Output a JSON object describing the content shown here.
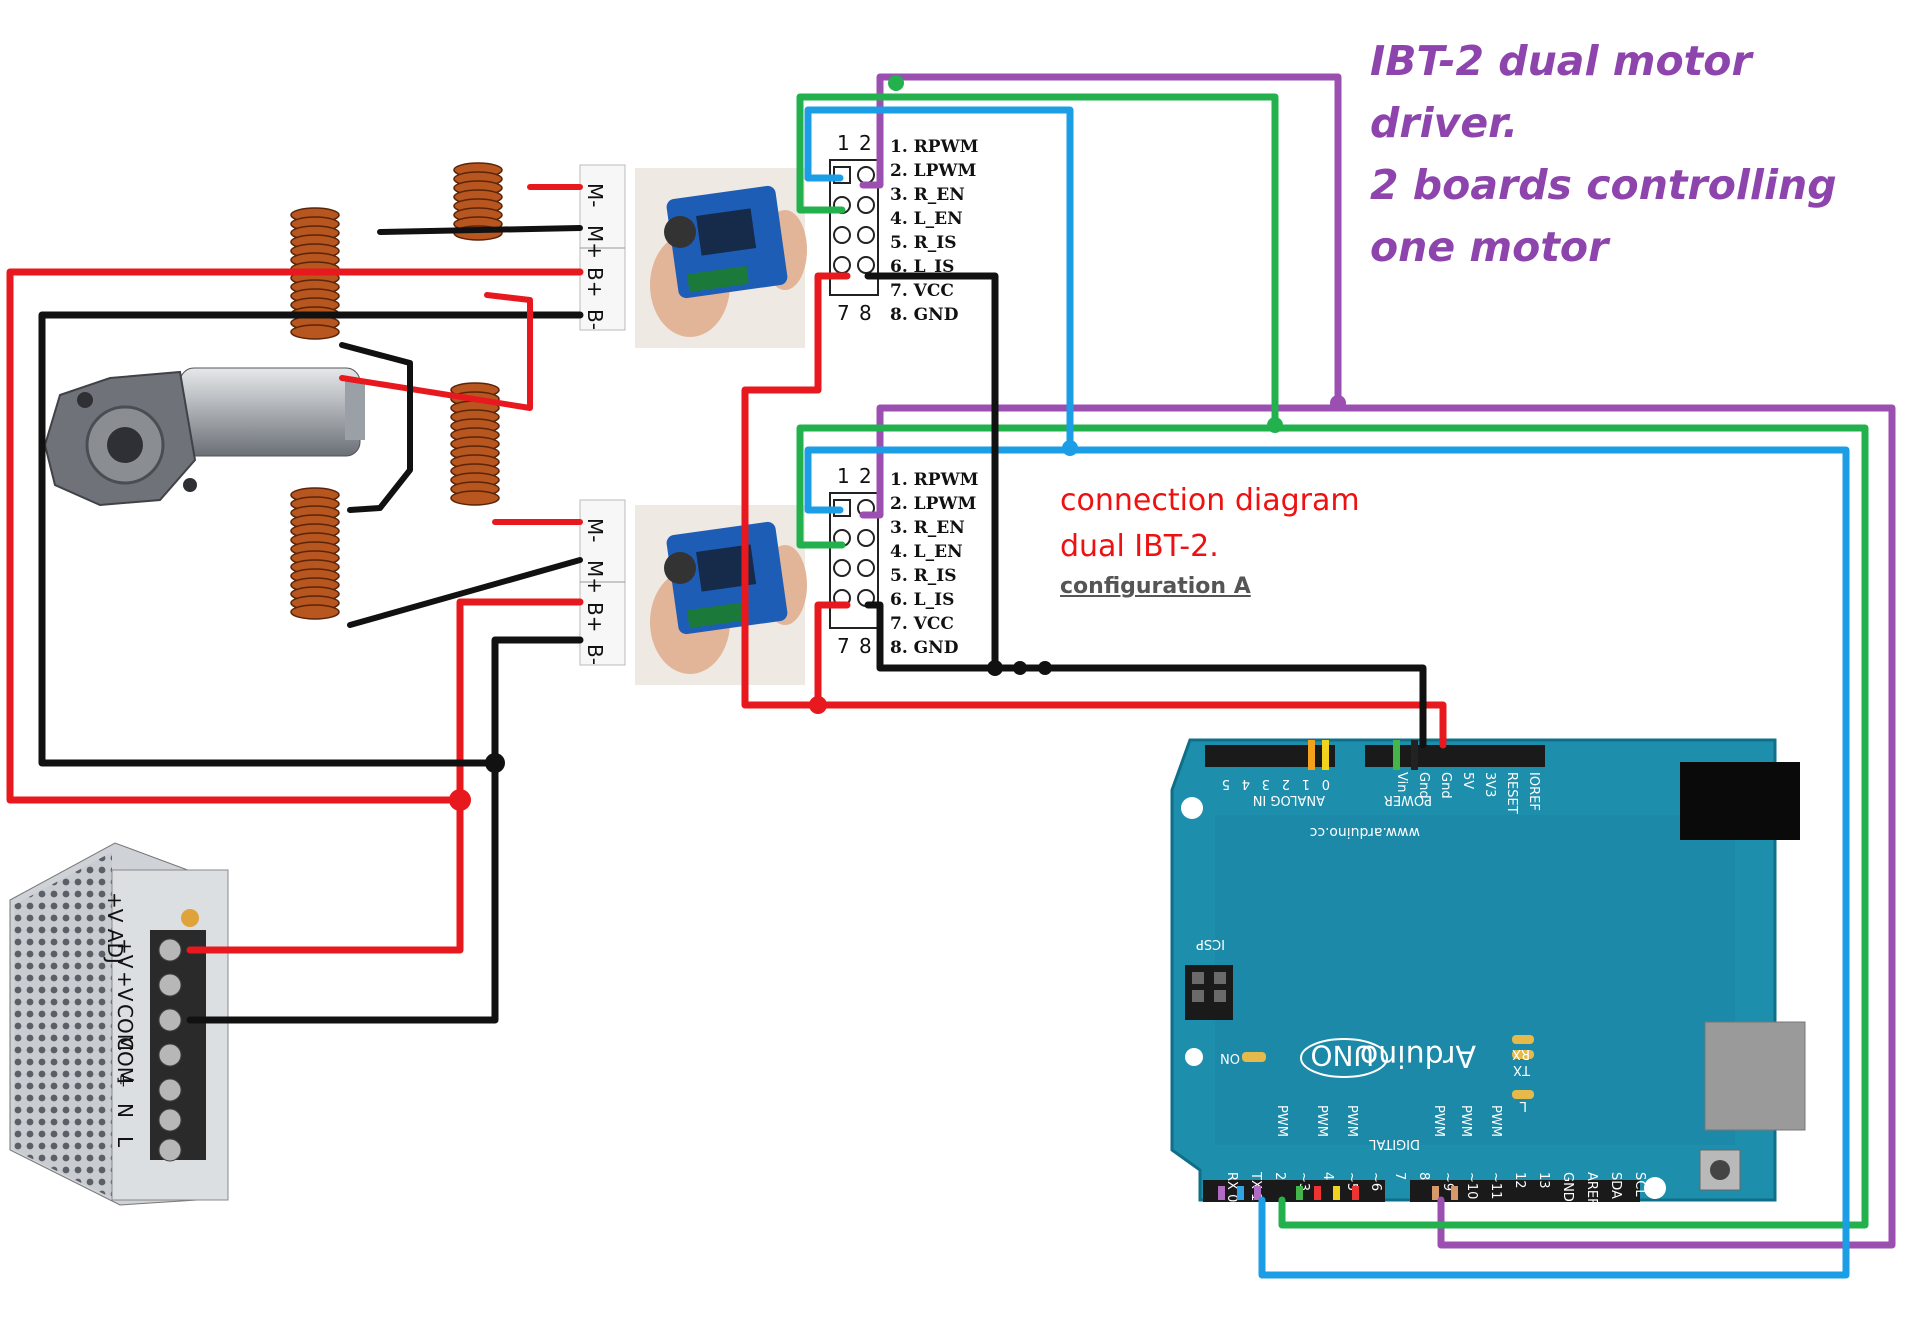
{
  "title": {
    "line1": "IBT-2 dual motor",
    "line2": "driver.",
    "line3": "2 boards controlling",
    "line4": "one motor"
  },
  "caption": {
    "line1": "connection diagram",
    "line2": "dual IBT-2.",
    "line3": "configuration A"
  },
  "ibt_header": {
    "col_numbers": [
      "1",
      "2"
    ],
    "row_numbers": [
      "7",
      "8"
    ],
    "pins": [
      "1. RPWM",
      "2. LPWM",
      "3. R_EN",
      "4. L_EN",
      "5. R_IS",
      "6. L_IS",
      "7. VCC",
      "8. GND"
    ]
  },
  "driver_terminals": [
    "M-",
    "M+",
    "B+",
    "B-"
  ],
  "psu_terminals": [
    "+V",
    "+V",
    "COM",
    "COM",
    "⏚",
    "N",
    "L"
  ],
  "psu_adj_label": "+V ADJ",
  "arduino": {
    "brand": "Arduino",
    "model": "UNO",
    "url": "www.arduino.cc",
    "on_label": "ON",
    "icsp_label": "ICSP",
    "tx_label": "TX",
    "rx_label": "RX",
    "l_label": "L",
    "power_header": [
      "IOREF",
      "RESET",
      "3V3",
      "5V",
      "Gnd",
      "Gnd",
      "Vin"
    ],
    "power_title": "POWER",
    "analog_title": "ANALOG IN",
    "analog_pins": [
      "0",
      "1",
      "2",
      "3",
      "4",
      "5"
    ],
    "digital_title": "DIGITAL",
    "digital_pins": [
      "SCL",
      "SDA",
      "AREF",
      "GND",
      "13",
      "12",
      "~11",
      "~10",
      "~9",
      "8",
      "7",
      "~6",
      "~5",
      "4",
      "~3",
      "2",
      "TX 1",
      "RX 0"
    ],
    "pwm_label": "PWM"
  },
  "colors": {
    "red": "#e8191e",
    "black": "#111111",
    "green": "#22b14c",
    "blue": "#1c9ee6",
    "purple": "#9b4fb0",
    "board_teal": "#1b8aa7",
    "coil": "#b8561f"
  }
}
